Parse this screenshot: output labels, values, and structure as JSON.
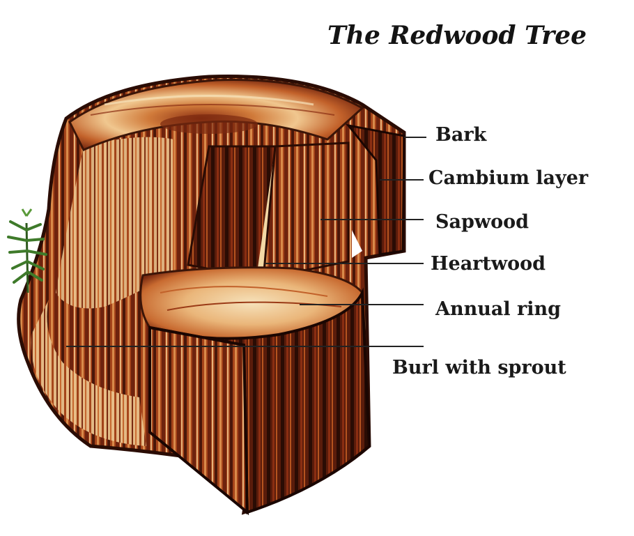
{
  "title": "The Redwood Tree",
  "labels": {
    "bark": "Bark",
    "cambium": "Cambium layer",
    "sapwood": "Sapwood",
    "heartwood": "Heartwood",
    "annual_ring": "Annual ring",
    "burl": "Burl with sprout"
  },
  "colors": {
    "bark_dark": "#3b1508",
    "wood_red": "#8a2e12",
    "wood_mid": "#b5541f",
    "wood_light": "#e9c08a",
    "wood_pale": "#f6e2bb",
    "sprout_green": "#3e7a2a",
    "leader_line": "#222222"
  }
}
